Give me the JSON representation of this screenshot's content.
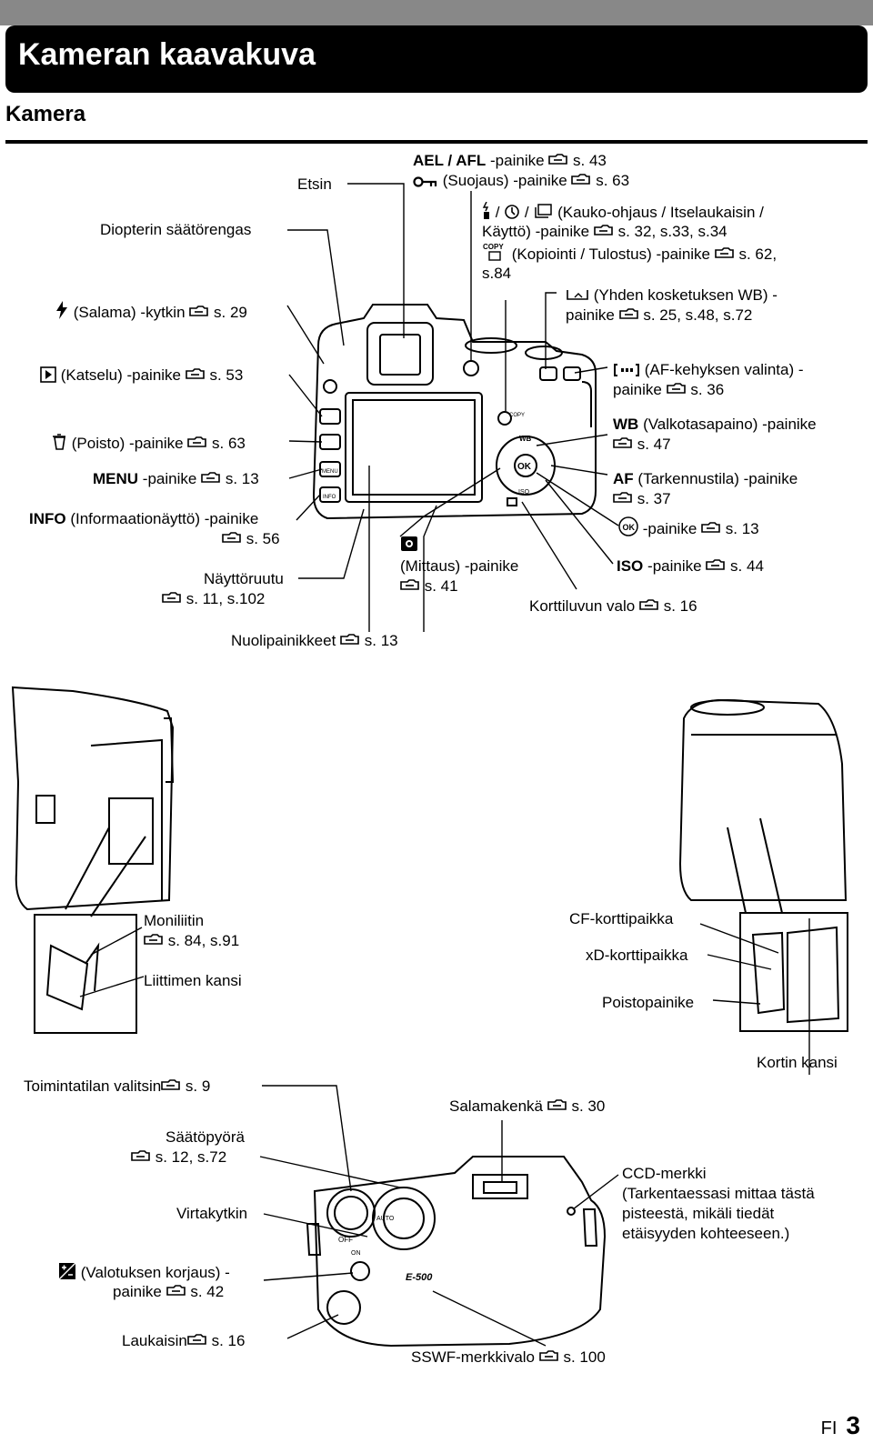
{
  "page": {
    "title": "Kameran kaavakuva",
    "section": "Kamera",
    "footer_lang": "FI",
    "footer_page": "3"
  },
  "back_view": {
    "etsin": "Etsin",
    "diopter": "Diopterin säätörengas",
    "flash_switch": "(Salama) -kytkin",
    "flash_page": "s. 29",
    "playback": "(Katselu) -painike",
    "playback_page": "s. 53",
    "erase": "(Poisto) -painike",
    "erase_page": "s. 63",
    "menu": "MENU",
    "menu_text": "-painike",
    "menu_page": "s. 13",
    "info": "INFO",
    "info_text": "(Informaationäyttö) -painike",
    "info_page": "s. 56",
    "monitor": "Näyttöruutu",
    "monitor_page": "s. 11, s.102",
    "arrows": "Nuolipainikkeet",
    "arrows_page": "s. 13",
    "ael": "AEL / AFL",
    "ael_text": "-painike",
    "ael_page": "s. 43",
    "protect": "(Suojaus) -painike",
    "protect_page": "s. 63",
    "drive_line1": "(Kauko-ohjaus / Itselaukaisin /",
    "drive_line2": "Käyttö) -painike",
    "drive_page": "s. 32, s.33, s.34",
    "copy_text": "(Kopiointi / Tulostus) -painike",
    "copy_page": "s. 62,",
    "copy_page2": "s.84",
    "onetouch_line1": "(Yhden kosketuksen WB) -",
    "onetouch_line2": "painike",
    "onetouch_page": "s. 25, s.48, s.72",
    "afframe_line1": "(AF-kehyksen valinta) -",
    "afframe_line2": "painike",
    "afframe_page": "s. 36",
    "wb": "WB",
    "wb_text": "(Valkotasapaino) -painike",
    "wb_page": "s. 47",
    "af": "AF",
    "af_text": "(Tarkennustila) -painike",
    "af_page": "s. 37",
    "ok_text": "-painike",
    "ok_page": "s. 13",
    "metering": "(Mittaus) -painike",
    "metering_page": "s. 41",
    "iso": "ISO",
    "iso_text": "-painike",
    "iso_page": "s. 44",
    "card_lamp": "Korttiluvun valo",
    "card_lamp_page": "s. 16"
  },
  "side_view": {
    "multi": "Moniliitin",
    "multi_page": "s. 84, s.91",
    "connector_cover": "Liittimen kansi",
    "cf_slot": "CF-korttipaikka",
    "xd_slot": "xD-korttipaikka",
    "eject": "Poistopainike",
    "card_cover": "Kortin kansi"
  },
  "top_view": {
    "mode_dial": "Toimintatilan valitsin",
    "mode_dial_page": "s. 9",
    "control_dial": "Säätöpyörä",
    "control_dial_page": "s. 12, s.72",
    "power": "Virtakytkin",
    "exposure_comp_line1": "(Valotuksen korjaus) -",
    "exposure_comp_line2": "painike",
    "exposure_comp_page": "s. 42",
    "shutter": "Laukaisin",
    "shutter_page": "s. 16",
    "hotshoe": "Salamakenkä",
    "hotshoe_page": "s. 30",
    "ccd_line1": "CCD-merkki",
    "ccd_line2": "(Tarkentaessasi mittaa tästä",
    "ccd_line3": "pisteestä, mikäli tiedät",
    "ccd_line4": "etäisyyden kohteeseen.)",
    "sswf": "SSWF-merkkivalo",
    "sswf_page": "s. 100"
  },
  "camera_marks": {
    "wb": "WB",
    "ok": "OK",
    "iso": "ISO",
    "copy": "COPY",
    "menu": "MENU",
    "info": "INFO",
    "auto": "AUTO",
    "off": "OFF",
    "on": "ON",
    "model": "E-500"
  }
}
